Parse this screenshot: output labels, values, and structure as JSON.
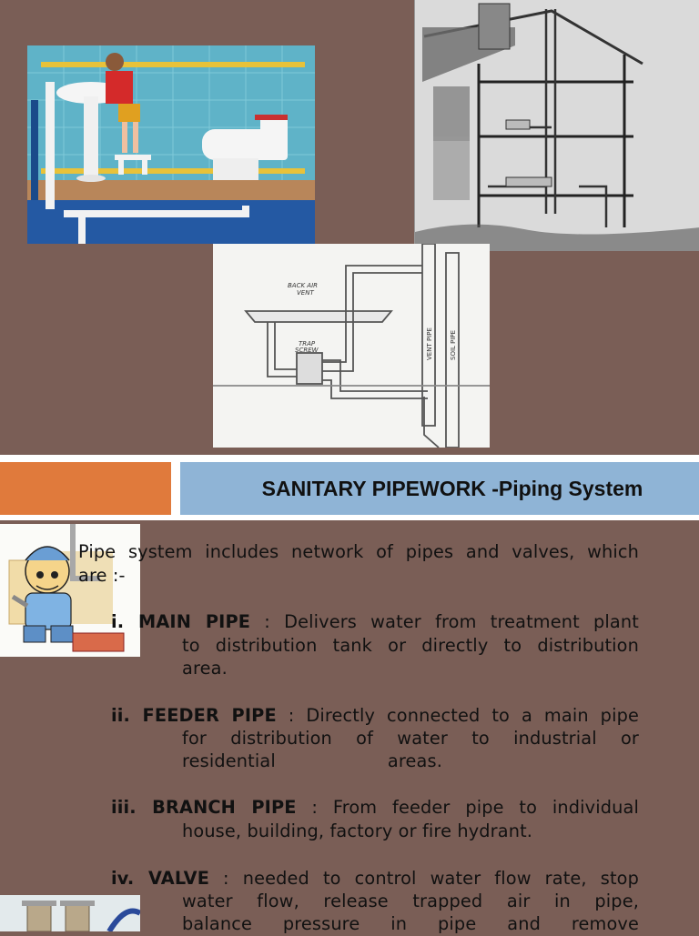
{
  "header": {
    "title": "SANITARY PIPEWORK -Piping System"
  },
  "diagram_labels": {
    "back_air_vent_1": "BACK AIR",
    "back_air_vent_2": "VENT",
    "trap_screw_1": "TRAP",
    "trap_screw_2": "SCREW",
    "vent_pipe": "VENT PIPE",
    "soil_pipe": "SOIL PIPE"
  },
  "intro": {
    "line1": "Pipe system includes network of pipes and valves, which",
    "line2": "are :-"
  },
  "items": [
    {
      "label": "i. MAIN PIPE",
      "sep": " :  ",
      "first": "Delivers water from treatment plant",
      "cont": [
        "to distribution tank or directly to distribution",
        "area."
      ]
    },
    {
      "label": "ii. FEEDER PIPE",
      "sep": " : ",
      "first": "Directly connected to a main pipe",
      "cont": [
        "for distribution of water to industrial or",
        "residential areas."
      ]
    },
    {
      "label": "iii. BRANCH PIPE",
      "sep": " : ",
      "first": "From feeder pipe to individual",
      "cont": [
        "house, building, factory or fire hydrant."
      ]
    },
    {
      "label": "iv. VALVE",
      "sep": " :  ",
      "first": "needed to control water flow rate, stop",
      "cont": [
        "water flow, release trapped air in pipe,",
        "balance pressure in pipe and remove"
      ]
    }
  ]
}
